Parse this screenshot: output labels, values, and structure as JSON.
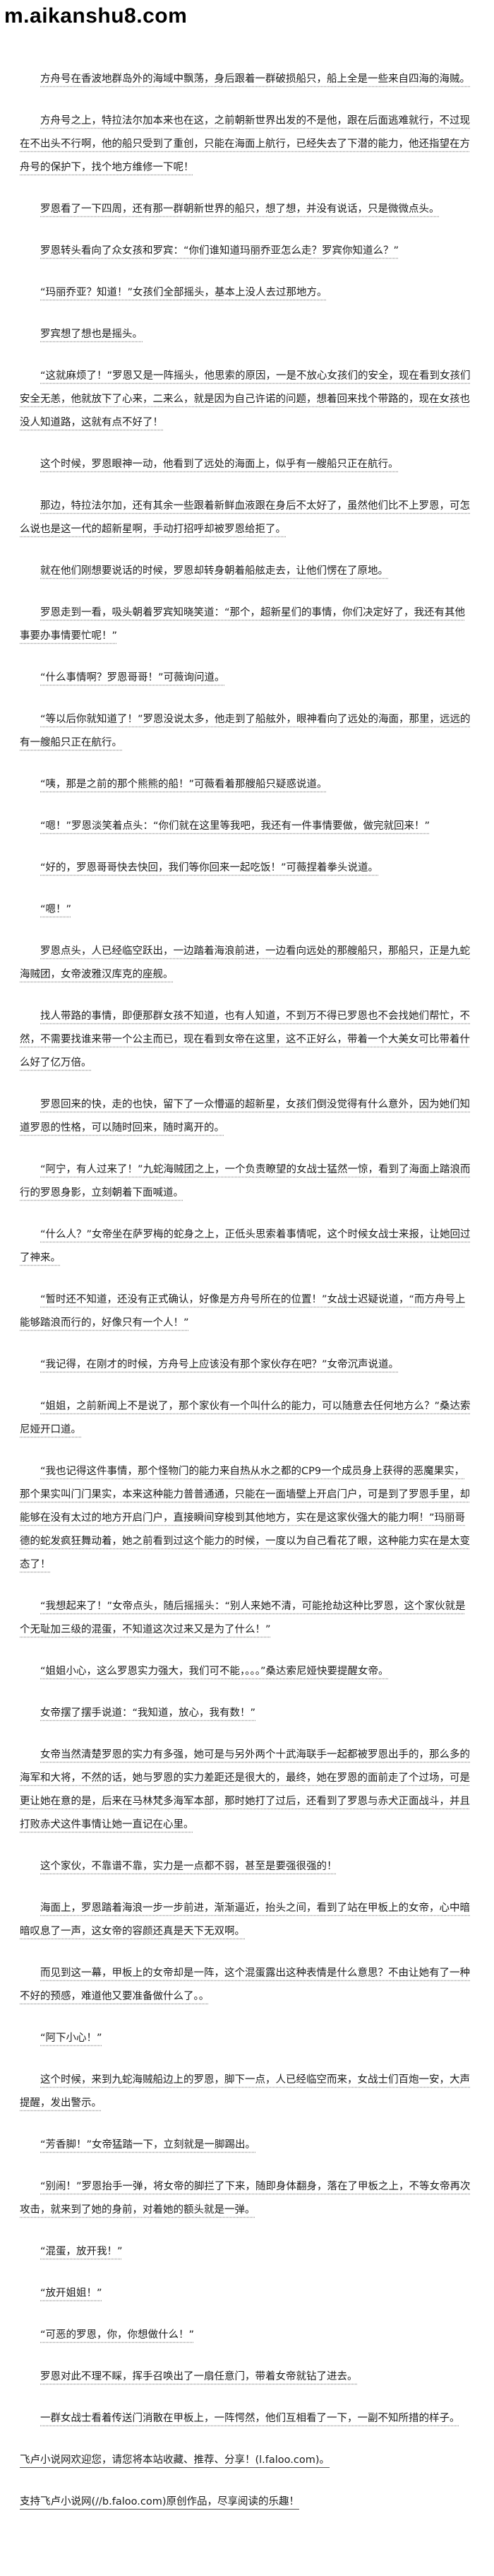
{
  "site": {
    "title": "m.aikanshu8.com"
  },
  "paragraphs": [
    "方舟号在香波地群岛外的海域中飘荡，身后跟着一群破损船只，船上全是一些来自四海的海贼。",
    "方舟号之上，特拉法尔加本来也在这，之前朝新世界出发的不是他，跟在后面逃难就行，不过现在不出头不行啊，他的船只受到了重创，只能在海面上航行，已经失去了下潜的能力，他还指望在方舟号的保护下，找个地方维修一下呢！",
    "罗恩看了一下四周，还有那一群朝新世界的船只，想了想，并没有说话，只是微微点头。",
    "罗恩转头看向了众女孩和罗宾：“你们谁知道玛丽乔亚怎么走？罗宾你知道么？”",
    "“玛丽乔亚？知道！”女孩们全部摇头，基本上没人去过那地方。",
    "罗宾想了想也是摇头。",
    "“这就麻烦了！”罗恩又是一阵摇头，他思索的原因，一是不放心女孩们的安全，现在看到女孩们安全无恙，他就放下了心来，二来么，就是因为自己许诺的问题，想着回来找个带路的，现在女孩也没人知道路，这就有点不好了！",
    "这个时候，罗恩眼神一动，他看到了远处的海面上，似乎有一艘船只正在航行。",
    "那边，特拉法尔加，还有其余一些跟着新鲜血液跟在身后不太好了，虽然他们比不上罗恩，可怎么说也是这一代的超新星啊，手动打招呼却被罗恩给拒了。",
    "就在他们刚想要说话的时候，罗恩却转身朝着船舷走去，让他们愣在了原地。",
    "罗恩走到一看，吸头朝着罗宾知晓笑道：“那个，超新星们的事情，你们决定好了，我还有其他事要办事情要忙呢！”",
    "“什么事情啊？罗恩哥哥！”可薇询问道。",
    "“等以后你就知道了！”罗恩没说太多，他走到了船舷外，眼神看向了远处的海面，那里，远远的有一艘船只正在航行。",
    "“咦，那是之前的那个熊熊的船！”可薇看着那艘船只疑惑说道。",
    "“嗯！”罗恩淡笑着点头：“你们就在这里等我吧，我还有一件事情要做，做完就回来！”",
    "“好的，罗恩哥哥快去快回，我们等你回来一起吃饭！”可薇捏着拳头说道。",
    "“嗯！”",
    "罗恩点头，人已经临空跃出，一边踏着海浪前进，一边看向远处的那艘船只，那船只，正是九蛇海贼团，女帝波雅汉库克的座舰。",
    "找人带路的事情，即便那群女孩不知道，也有人知道，不到万不得已罗恩也不会找她们帮忙，不然，不需要找谁来带一个公主而已，现在看到女帝在这里，这不正好么，带着一个大美女可比带着什么好了亿万倍。",
    "罗恩回来的快，走的也快，留下了一众懵逼的超新星，女孩们倒没觉得有什么意外，因为她们知道罗恩的性格，可以随时回来，随时离开的。",
    "“阿宁，有人过来了！”九蛇海贼团之上，一个负责瞭望的女战士猛然一惊，看到了海面上踏浪而行的罗恩身影，立刻朝着下面喊道。",
    "“什么人？”女帝坐在萨罗梅的蛇身之上，正低头思索着事情呢，这个时候女战士来报，让她回过了神来。",
    "“暂时还不知道，还没有正式确认，好像是方舟号所在的位置！”女战士迟疑说道，“而方舟号上能够踏浪而行的，好像只有一个人！”",
    "“我记得，在刚才的时候，方舟号上应该没有那个家伙存在吧？”女帝沉声说道。",
    "“姐姐，之前新闻上不是说了，那个家伙有一个叫什么的能力，可以随意去任何地方么？”桑达索尼娅开口道。",
    "“我也记得这件事情，那个怪物门的能力来自热从水之都的CP9一个成员身上获得的恶魔果实，那个果实叫门门果实，本来这种能力普普通通，只能在一面墙壁上开启门户，可是到了罗恩手里，却能够在没有太过的地方开启门户，直接瞬间穿梭到其他地方，实在是这家伙强大的能力啊！”玛丽哥德的蛇发疯狂舞动着，她之前看到过这个能力的时候，一度以为自己看花了眼，这种能力实在是太变态了！",
    "“我想起来了！”女帝点头，随后摇摇头：“别人来她不清，可能抢劫这种比罗恩，这个家伙就是个无耻加三级的混蛋，不知道这次过来又是为了什么！”",
    "“姐姐小心，这么罗恩实力强大，我们可不能，。。。”桑达索尼娅快要提醒女帝。",
    "女帝摆了摆手说道：“我知道，放心，我有数！”",
    "女帝当然清楚罗恩的实力有多强，她可是与另外两个十武海联手一起都被罗恩出手的，那么多的海军和大将，不然的话，她与罗恩的实力差距还是很大的，最终，她在罗恩的面前走了个过场，可是更让她在意的是，后来在马林梵多海军本部，那时她打了过后，还看到了罗恩与赤犬正面战斗，并且打败赤犬这件事情让她一直记在心里。",
    "这个家伙，不靠谱不靠，实力是一点都不弱，甚至是要强很强的！",
    "海面上，罗恩踏着海浪一步一步前进，渐渐逼近，抬头之间，看到了站在甲板上的女帝，心中暗暗叹息了一声，这女帝的容颜还真是天下无双啊。",
    "而见到这一幕，甲板上的女帝却是一阵，这个混蛋露出这种表情是什么意思？不由让她有了一种不好的预感，难道他又要准备做什么了。。",
    "“阿下小心！”",
    "这个时候，来到九蛇海贼船边上的罗恩，脚下一点，人已经临空而来，女战士们百炮一安，大声提醒，发出警示。",
    "“芳香脚！”女帝猛踏一下，立刻就是一脚踢出。",
    "“别闹！”罗恩抬手一弹，将女帝的脚拦了下来，随即身体翻身，落在了甲板之上，不等女帝再次攻击，就来到了她的身前，对着她的额头就是一弹。",
    "“混蛋，放开我！”",
    "“放开姐姐！”",
    "“可恶的罗恩，你，你想做什么！”",
    "罗恩对此不理不睬，挥手召唤出了一扇任意门，带着女帝就钻了进去。",
    "一群女战士看着传送门消散在甲板上，一阵愕然，他们互相看了一下，一副不知所措的样子。"
  ],
  "footer": {
    "line1": "飞卢小说网欢迎您，请您将本站收藏、推荐、分享！(l.faloo.com)。",
    "line2": "支持飞卢小说网(//b.faloo.com)原创作品，尽享阅读的乐趣！"
  }
}
